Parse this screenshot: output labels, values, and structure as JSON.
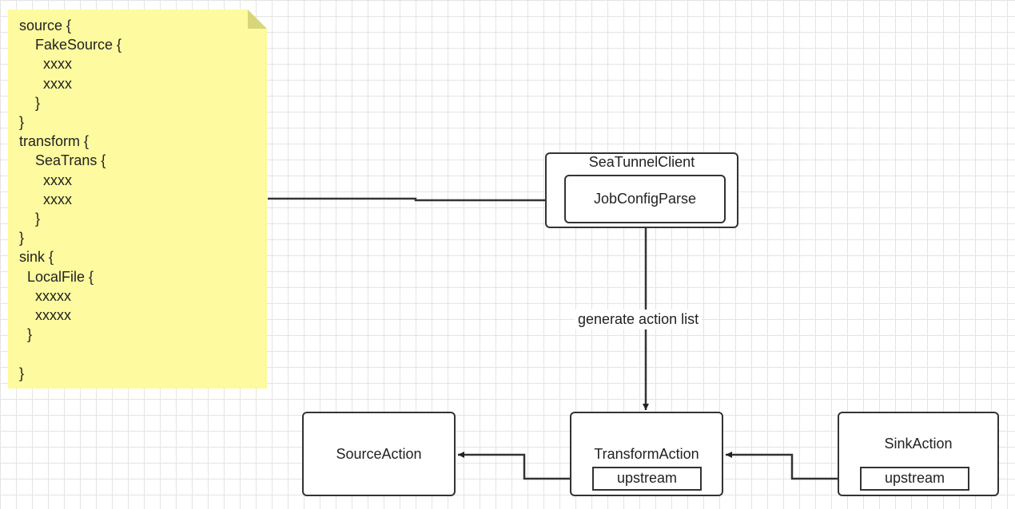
{
  "note": {
    "lines": [
      "source {",
      "    FakeSource {",
      "      xxxx",
      "      xxxx",
      "    }",
      "}",
      "transform {",
      "    SeaTrans {",
      "      xxxx",
      "      xxxx",
      "    }",
      "}",
      "sink {",
      "  LocalFile {",
      "    xxxxx",
      "    xxxxx",
      "  }",
      "",
      "}"
    ]
  },
  "nodes": {
    "client": {
      "label": "SeaTunnelClient"
    },
    "parser": {
      "label": "JobConfigParse"
    },
    "source_action": {
      "label": "SourceAction"
    },
    "transform_action": {
      "label": "TransformAction",
      "port_label": "upstream"
    },
    "sink_action": {
      "label": "SinkAction",
      "port_label": "upstream"
    }
  },
  "edges": {
    "parse_to_actions": {
      "label": "generate action list"
    }
  }
}
